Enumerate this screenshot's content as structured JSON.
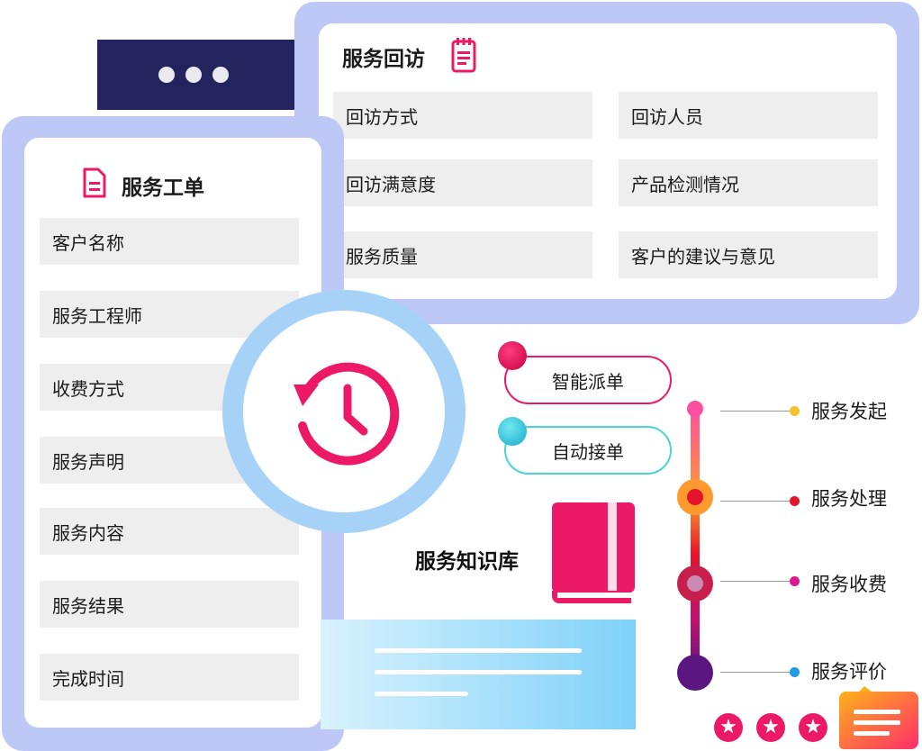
{
  "visit_panel": {
    "title": "服务回访",
    "fields": [
      "回访方式",
      "回访人员",
      "回访满意度",
      "产品检测情况",
      "服务质量",
      "客户的建议与意见"
    ]
  },
  "order_panel": {
    "title": "服务工单",
    "fields": [
      "客户名称",
      "服务工程师",
      "收费方式",
      "服务声明",
      "服务内容",
      "服务结果",
      "完成时间"
    ]
  },
  "dispatch": {
    "smart": "智能派单",
    "auto": "自动接单"
  },
  "knowledge_base": {
    "label": "服务知识库"
  },
  "timeline": {
    "steps": [
      "服务发起",
      "服务处理",
      "服务收费",
      "服务评价"
    ]
  },
  "rating": {
    "stars": 3
  },
  "colors": {
    "accent_pink": "#ec1a66",
    "navy": "#23235e",
    "panel_blue": "#bdc8f6",
    "clock_ring": "#a6d2f7"
  }
}
